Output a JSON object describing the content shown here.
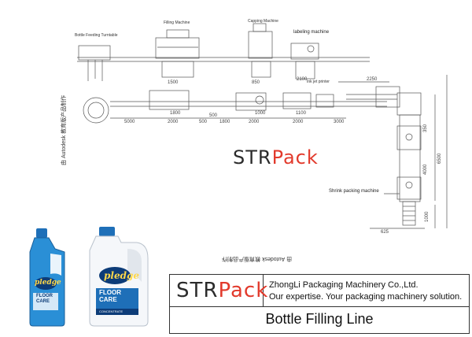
{
  "diagram": {
    "labels": {
      "turntable": "Bottle Feeding Turntable",
      "filling": "Filling Machine",
      "capping": "Capping Machine",
      "labeling": "labeling machine",
      "inkjet": "Ink jet printer",
      "shrink": "Shrink packing machine"
    },
    "dimensions": {
      "d5000": "5000",
      "d1800a": "1800",
      "d2000a": "2000",
      "d500a": "500",
      "d500b": "500",
      "d1800b": "1800",
      "d2000b": "2000",
      "d1000": "1000",
      "d1100": "1100",
      "d2000c": "2000",
      "d3000": "3000",
      "d2250": "2250",
      "d2100": "2100",
      "d1500": "1500",
      "d850": "850",
      "d4000": "4000",
      "d6500": "6500",
      "d1000v": "1000",
      "d625": "625",
      "d350": "350"
    },
    "watermark_side": "由 Autodesk 教育版产品制作",
    "watermark_bottom": "由 Autodesk 教育版产品制作"
  },
  "brand": {
    "logo_main": "STR",
    "logo_accent": "Pack",
    "accent_color": "#e23a2c"
  },
  "products": {
    "small_bottle": {
      "brand": "pledge",
      "line1": "FLOOR",
      "line2": "CARE"
    },
    "large_bottle": {
      "brand": "pledge",
      "line1": "FLOOR",
      "line2": "CARE",
      "line3": "CONCENTRATE"
    }
  },
  "info": {
    "company": "ZhongLi Packaging Machinery Co.,Ltd.",
    "slogan": "Our expertise. Your packaging machinery solution.",
    "title": "Bottle Filling Line"
  }
}
